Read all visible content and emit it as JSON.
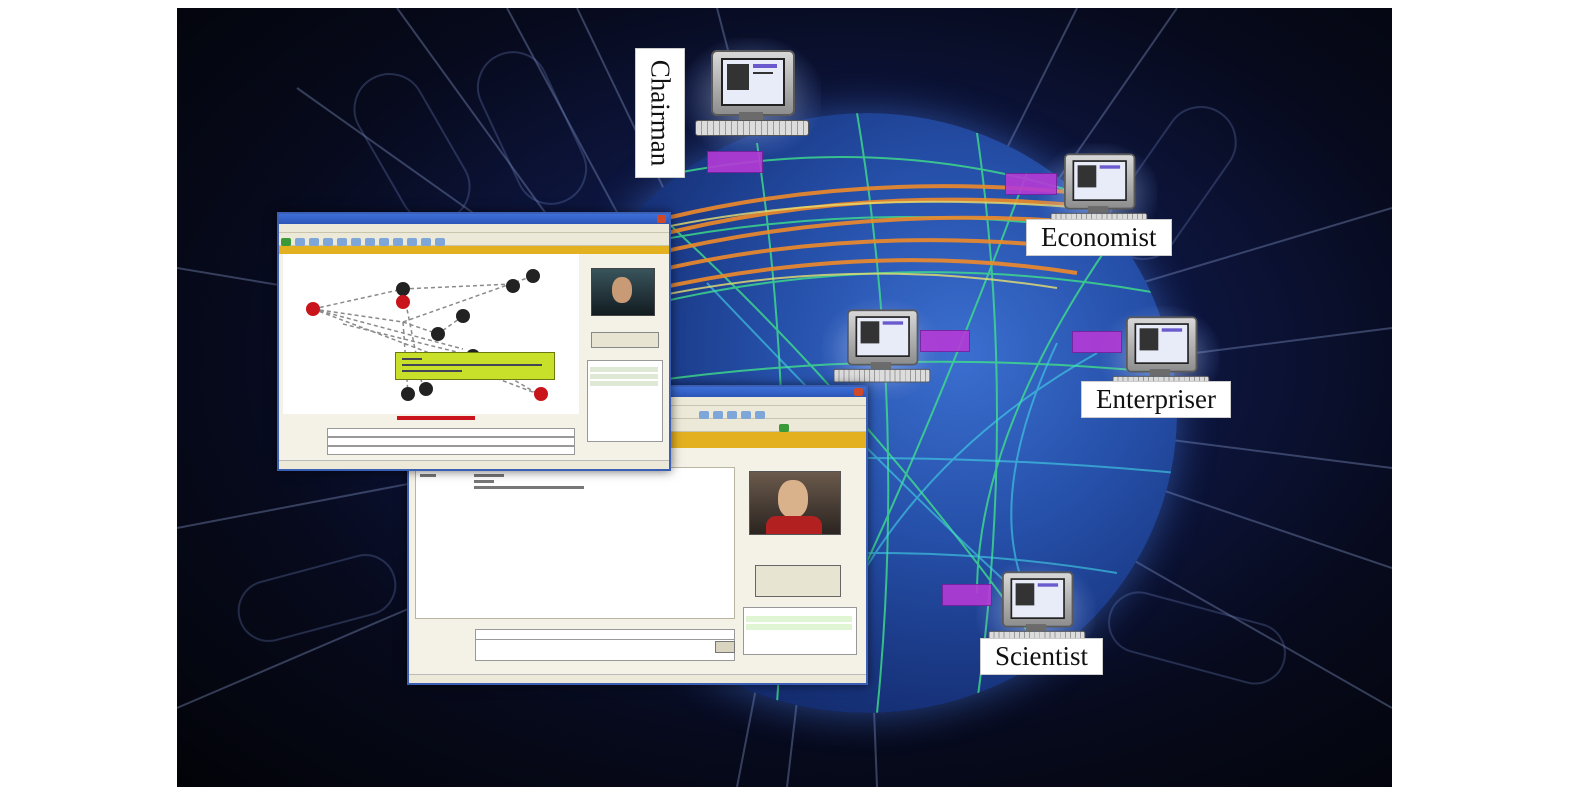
{
  "labels": {
    "chairman": "Chairman",
    "economist": "Economist",
    "enterpriser": "Enterpriser",
    "scientist": "Scientist"
  },
  "colors": {
    "globe": "#254fa8",
    "tag": "#b53ad6",
    "orange_links": "#f08a2a",
    "green_links": "#4fe06a",
    "window_accent": "#e3b020"
  },
  "icons": {
    "computer": "computer-icon",
    "video": "video-feed-icon"
  }
}
